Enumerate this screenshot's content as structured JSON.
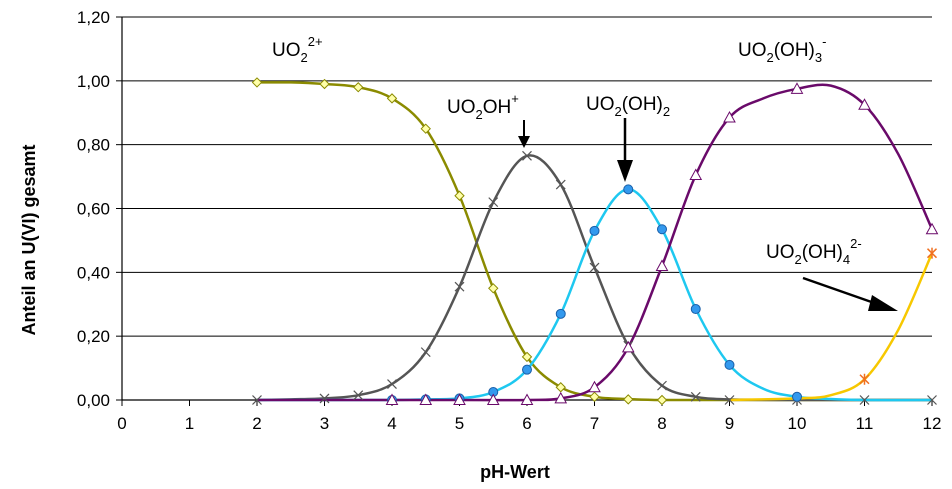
{
  "chart_data": {
    "type": "line",
    "xlabel": "pH-Wert",
    "ylabel": "Anteil an U(VI) gesamt",
    "xlim": [
      0,
      12
    ],
    "ylim": [
      0,
      1.2
    ],
    "x_ticks": [
      "0",
      "1",
      "2",
      "3",
      "4",
      "5",
      "6",
      "7",
      "8",
      "9",
      "10",
      "11",
      "12"
    ],
    "y_ticks": [
      "0,00",
      "0,20",
      "0,40",
      "0,60",
      "0,80",
      "1,00",
      "1,20"
    ],
    "grid": "horizontal",
    "legend": "none",
    "series": [
      {
        "species": "UO2++",
        "color": "#8B8B00",
        "marker": "diamond",
        "points": [
          [
            2,
            0.995
          ],
          [
            3,
            0.99
          ],
          [
            3.5,
            0.98
          ],
          [
            4,
            0.945
          ],
          [
            4.5,
            0.85
          ],
          [
            5,
            0.64
          ],
          [
            5.5,
            0.35
          ],
          [
            6,
            0.135
          ],
          [
            6.5,
            0.04
          ],
          [
            7,
            0.01
          ],
          [
            7.5,
            0.002
          ],
          [
            8,
            0.0
          ]
        ],
        "curve": [
          [
            2,
            0.995
          ],
          [
            2.5,
            0.995
          ],
          [
            3,
            0.99
          ],
          [
            3.5,
            0.98
          ],
          [
            4,
            0.945
          ],
          [
            4.5,
            0.85
          ],
          [
            5,
            0.64
          ],
          [
            5.5,
            0.35
          ],
          [
            6,
            0.135
          ],
          [
            6.5,
            0.04
          ],
          [
            7,
            0.01
          ],
          [
            7.5,
            0.003
          ],
          [
            8,
            0.0
          ],
          [
            9,
            0.0
          ],
          [
            10,
            0.0
          ],
          [
            11,
            0.0
          ],
          [
            12,
            0.0
          ]
        ]
      },
      {
        "species": "UO2OH+",
        "color": "#555555",
        "marker": "x",
        "points": [
          [
            2,
            0.0
          ],
          [
            3,
            0.005
          ],
          [
            3.5,
            0.015
          ],
          [
            4,
            0.05
          ],
          [
            4.5,
            0.15
          ],
          [
            5,
            0.355
          ],
          [
            5.5,
            0.62
          ],
          [
            6,
            0.765
          ],
          [
            6.5,
            0.675
          ],
          [
            7,
            0.415
          ],
          [
            7.5,
            0.17
          ],
          [
            8,
            0.045
          ],
          [
            8.5,
            0.01
          ],
          [
            9,
            0.0
          ],
          [
            10,
            0.0
          ],
          [
            11,
            0.0
          ],
          [
            12,
            0.0
          ]
        ],
        "curve": [
          [
            2,
            0.0
          ],
          [
            2.5,
            0.002
          ],
          [
            3,
            0.005
          ],
          [
            3.5,
            0.015
          ],
          [
            4,
            0.05
          ],
          [
            4.5,
            0.15
          ],
          [
            5,
            0.355
          ],
          [
            5.5,
            0.62
          ],
          [
            6,
            0.765
          ],
          [
            6.5,
            0.675
          ],
          [
            7,
            0.415
          ],
          [
            7.5,
            0.17
          ],
          [
            8,
            0.045
          ],
          [
            8.5,
            0.01
          ],
          [
            9,
            0.002
          ],
          [
            10,
            0.0
          ],
          [
            11,
            0.0
          ],
          [
            12,
            0.0
          ]
        ]
      },
      {
        "species": "UO2(OH)2",
        "color": "#1EC8F0",
        "marker": "circle",
        "points": [
          [
            4,
            0.0
          ],
          [
            4.5,
            0.002
          ],
          [
            5,
            0.005
          ],
          [
            5.5,
            0.025
          ],
          [
            6,
            0.095
          ],
          [
            6.5,
            0.27
          ],
          [
            7,
            0.53
          ],
          [
            7.5,
            0.66
          ],
          [
            8,
            0.535
          ],
          [
            8.5,
            0.285
          ],
          [
            9,
            0.11
          ],
          [
            10,
            0.01
          ]
        ],
        "curve": [
          [
            2,
            0.0
          ],
          [
            3,
            0.0
          ],
          [
            4,
            0.0
          ],
          [
            4.5,
            0.002
          ],
          [
            5,
            0.005
          ],
          [
            5.5,
            0.025
          ],
          [
            6,
            0.095
          ],
          [
            6.5,
            0.27
          ],
          [
            7,
            0.53
          ],
          [
            7.5,
            0.66
          ],
          [
            8,
            0.535
          ],
          [
            8.5,
            0.285
          ],
          [
            9,
            0.11
          ],
          [
            9.5,
            0.035
          ],
          [
            10,
            0.01
          ],
          [
            10.5,
            0.003
          ],
          [
            11,
            0.0
          ],
          [
            12,
            0.0
          ]
        ]
      },
      {
        "species": "UO2(OH)3-",
        "color": "#6A0A6A",
        "marker": "triangle",
        "points": [
          [
            4,
            0.0
          ],
          [
            4.5,
            0.0
          ],
          [
            5,
            0.0
          ],
          [
            5.5,
            0.0
          ],
          [
            6,
            0.0
          ],
          [
            6.5,
            0.005
          ],
          [
            7,
            0.04
          ],
          [
            7.5,
            0.165
          ],
          [
            8,
            0.42
          ],
          [
            8.5,
            0.705
          ],
          [
            9,
            0.885
          ],
          [
            10,
            0.975
          ],
          [
            11,
            0.925
          ],
          [
            12,
            0.535
          ]
        ],
        "curve": [
          [
            2,
            0.0
          ],
          [
            5,
            0.0
          ],
          [
            6,
            0.0
          ],
          [
            6.5,
            0.005
          ],
          [
            7,
            0.04
          ],
          [
            7.5,
            0.165
          ],
          [
            8,
            0.42
          ],
          [
            8.5,
            0.705
          ],
          [
            9,
            0.885
          ],
          [
            9.5,
            0.945
          ],
          [
            10,
            0.975
          ],
          [
            10.5,
            0.985
          ],
          [
            11,
            0.925
          ],
          [
            11.5,
            0.77
          ],
          [
            12,
            0.535
          ]
        ]
      },
      {
        "species": "UO2(OH)4--",
        "color": "#F7C800",
        "marker": "asterisk",
        "marker_color": "#F07020",
        "points": [
          [
            11,
            0.065
          ],
          [
            12,
            0.46
          ]
        ],
        "curve": [
          [
            9,
            0.0
          ],
          [
            10,
            0.005
          ],
          [
            10.5,
            0.015
          ],
          [
            11,
            0.065
          ],
          [
            11.5,
            0.22
          ],
          [
            12,
            0.46
          ]
        ]
      }
    ]
  },
  "annotations": {
    "uo2": {
      "base": "UO",
      "sub": "2",
      "sup": "2+"
    },
    "uo2oh": {
      "base": "UO",
      "sub": "2",
      "rest": "OH",
      "sup": "+"
    },
    "uo2oh2": {
      "base": "UO",
      "sub": "2",
      "rest": "(OH)",
      "sub2": "2"
    },
    "uo2oh3": {
      "base": "UO",
      "sub": "2",
      "rest": "(OH)",
      "sub2": "3",
      "sup": "-"
    },
    "uo2oh4": {
      "base": "UO",
      "sub": "2",
      "rest": "(OH)",
      "sub2": "4",
      "sup": "2-"
    }
  }
}
